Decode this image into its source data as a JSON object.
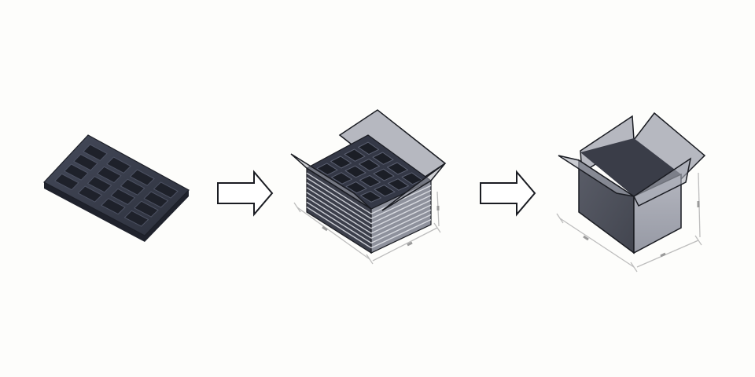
{
  "diagram": {
    "steps": [
      {
        "id": "tray",
        "icon": "single-tray-icon"
      },
      {
        "id": "stack",
        "icon": "stacked-trays-in-open-box-icon"
      },
      {
        "id": "box",
        "icon": "open-shipping-box-icon"
      }
    ],
    "connectors": [
      {
        "from": "tray",
        "to": "stack",
        "icon": "right-arrow-icon"
      },
      {
        "from": "stack",
        "to": "box",
        "icon": "right-arrow-icon"
      }
    ],
    "colors": {
      "background": "#fdfdfb",
      "tray_dark": "#2b2f3c",
      "tray_top": "#3a3f4e",
      "box_flap": "#a7a9b4",
      "box_side_dark": "#4a4d58",
      "box_side_light": "#9ea1ac",
      "outline": "#1a1c22",
      "dimension_line": "#b8b8b8"
    }
  }
}
